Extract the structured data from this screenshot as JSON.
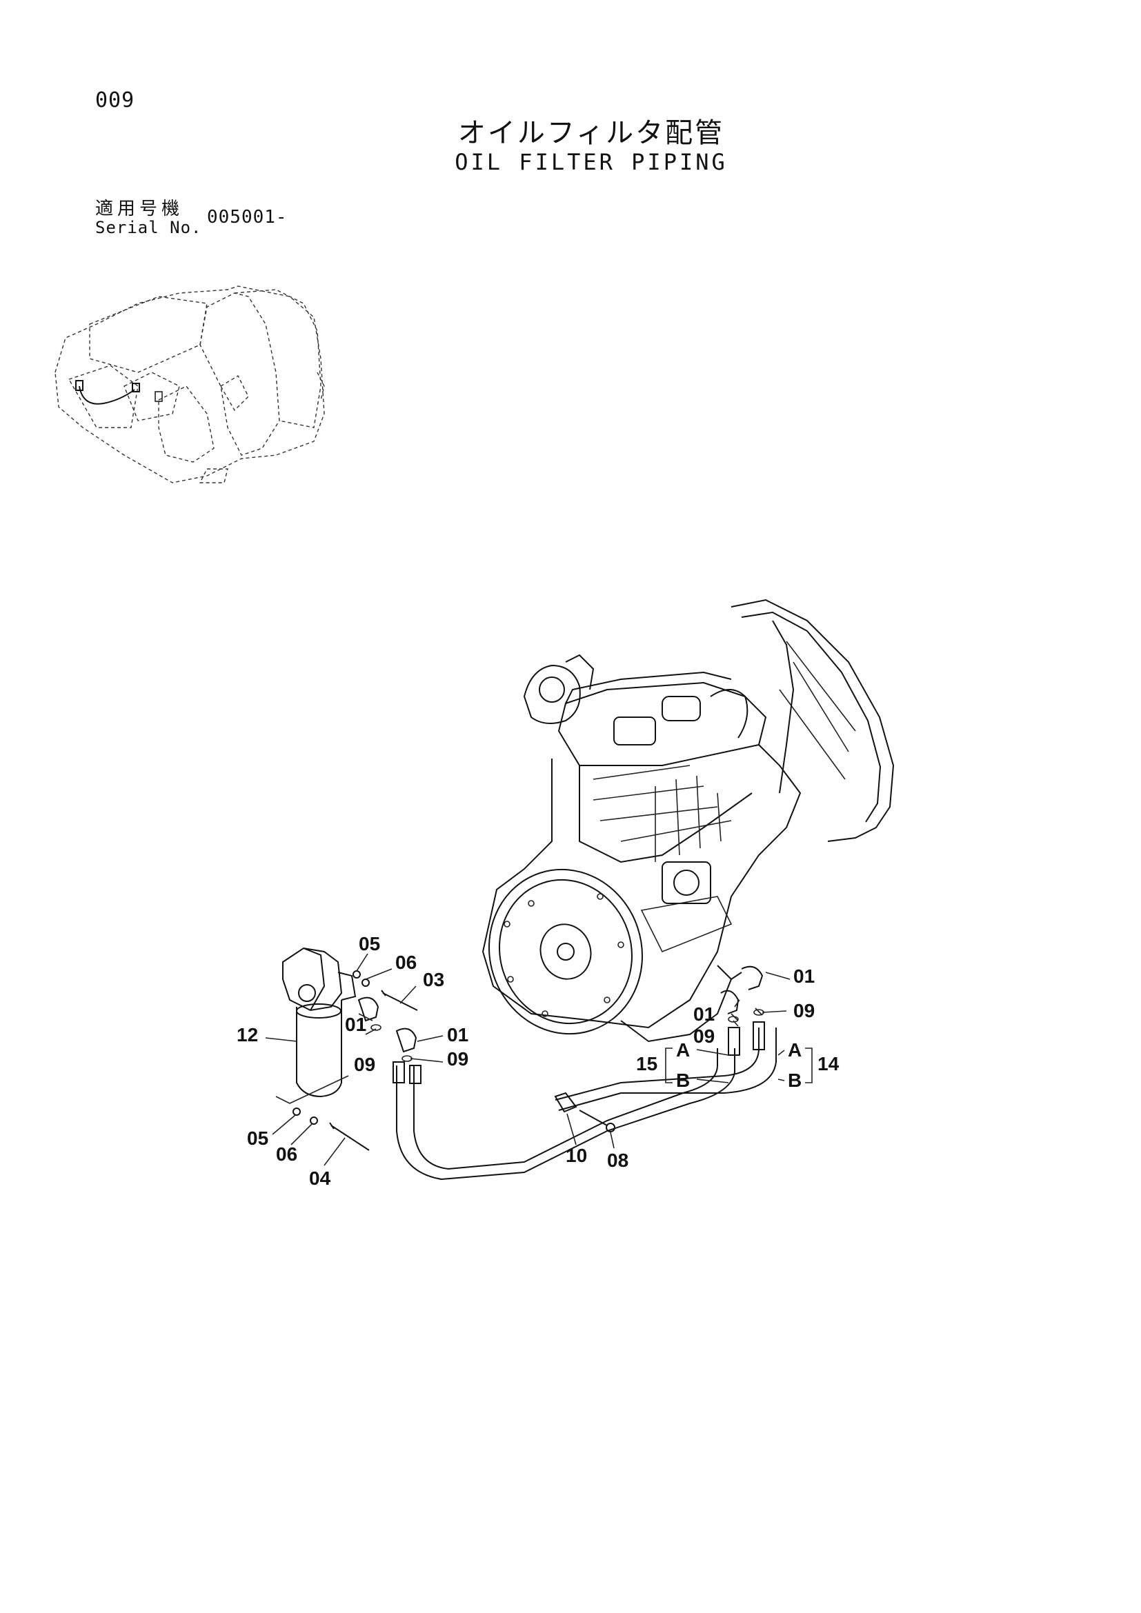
{
  "header": {
    "page_number": "009",
    "title_jp": "オイルフィルタ配管",
    "title_en": "OIL FILTER PIPING",
    "serial_label_jp": "適用号機",
    "serial_label_en": "Serial No.",
    "serial_value": "005001-"
  },
  "callouts": {
    "c05_top": "05",
    "c06_top": "06",
    "c03": "03",
    "c12": "12",
    "c01_left_a": "01",
    "c09_left_a": "09",
    "c01_left_b": "01",
    "c09_left_b": "09",
    "c05_bottom": "05",
    "c06_bottom": "06",
    "c04": "04",
    "c10": "10",
    "c08": "08",
    "c01_right_a": "01",
    "c09_right_a": "09",
    "c01_right_b": "01",
    "c09_right_b": "09",
    "c15": "15",
    "c15_A": "A",
    "c15_B": "B",
    "c14": "14",
    "c14_A": "A",
    "c14_B": "B"
  }
}
